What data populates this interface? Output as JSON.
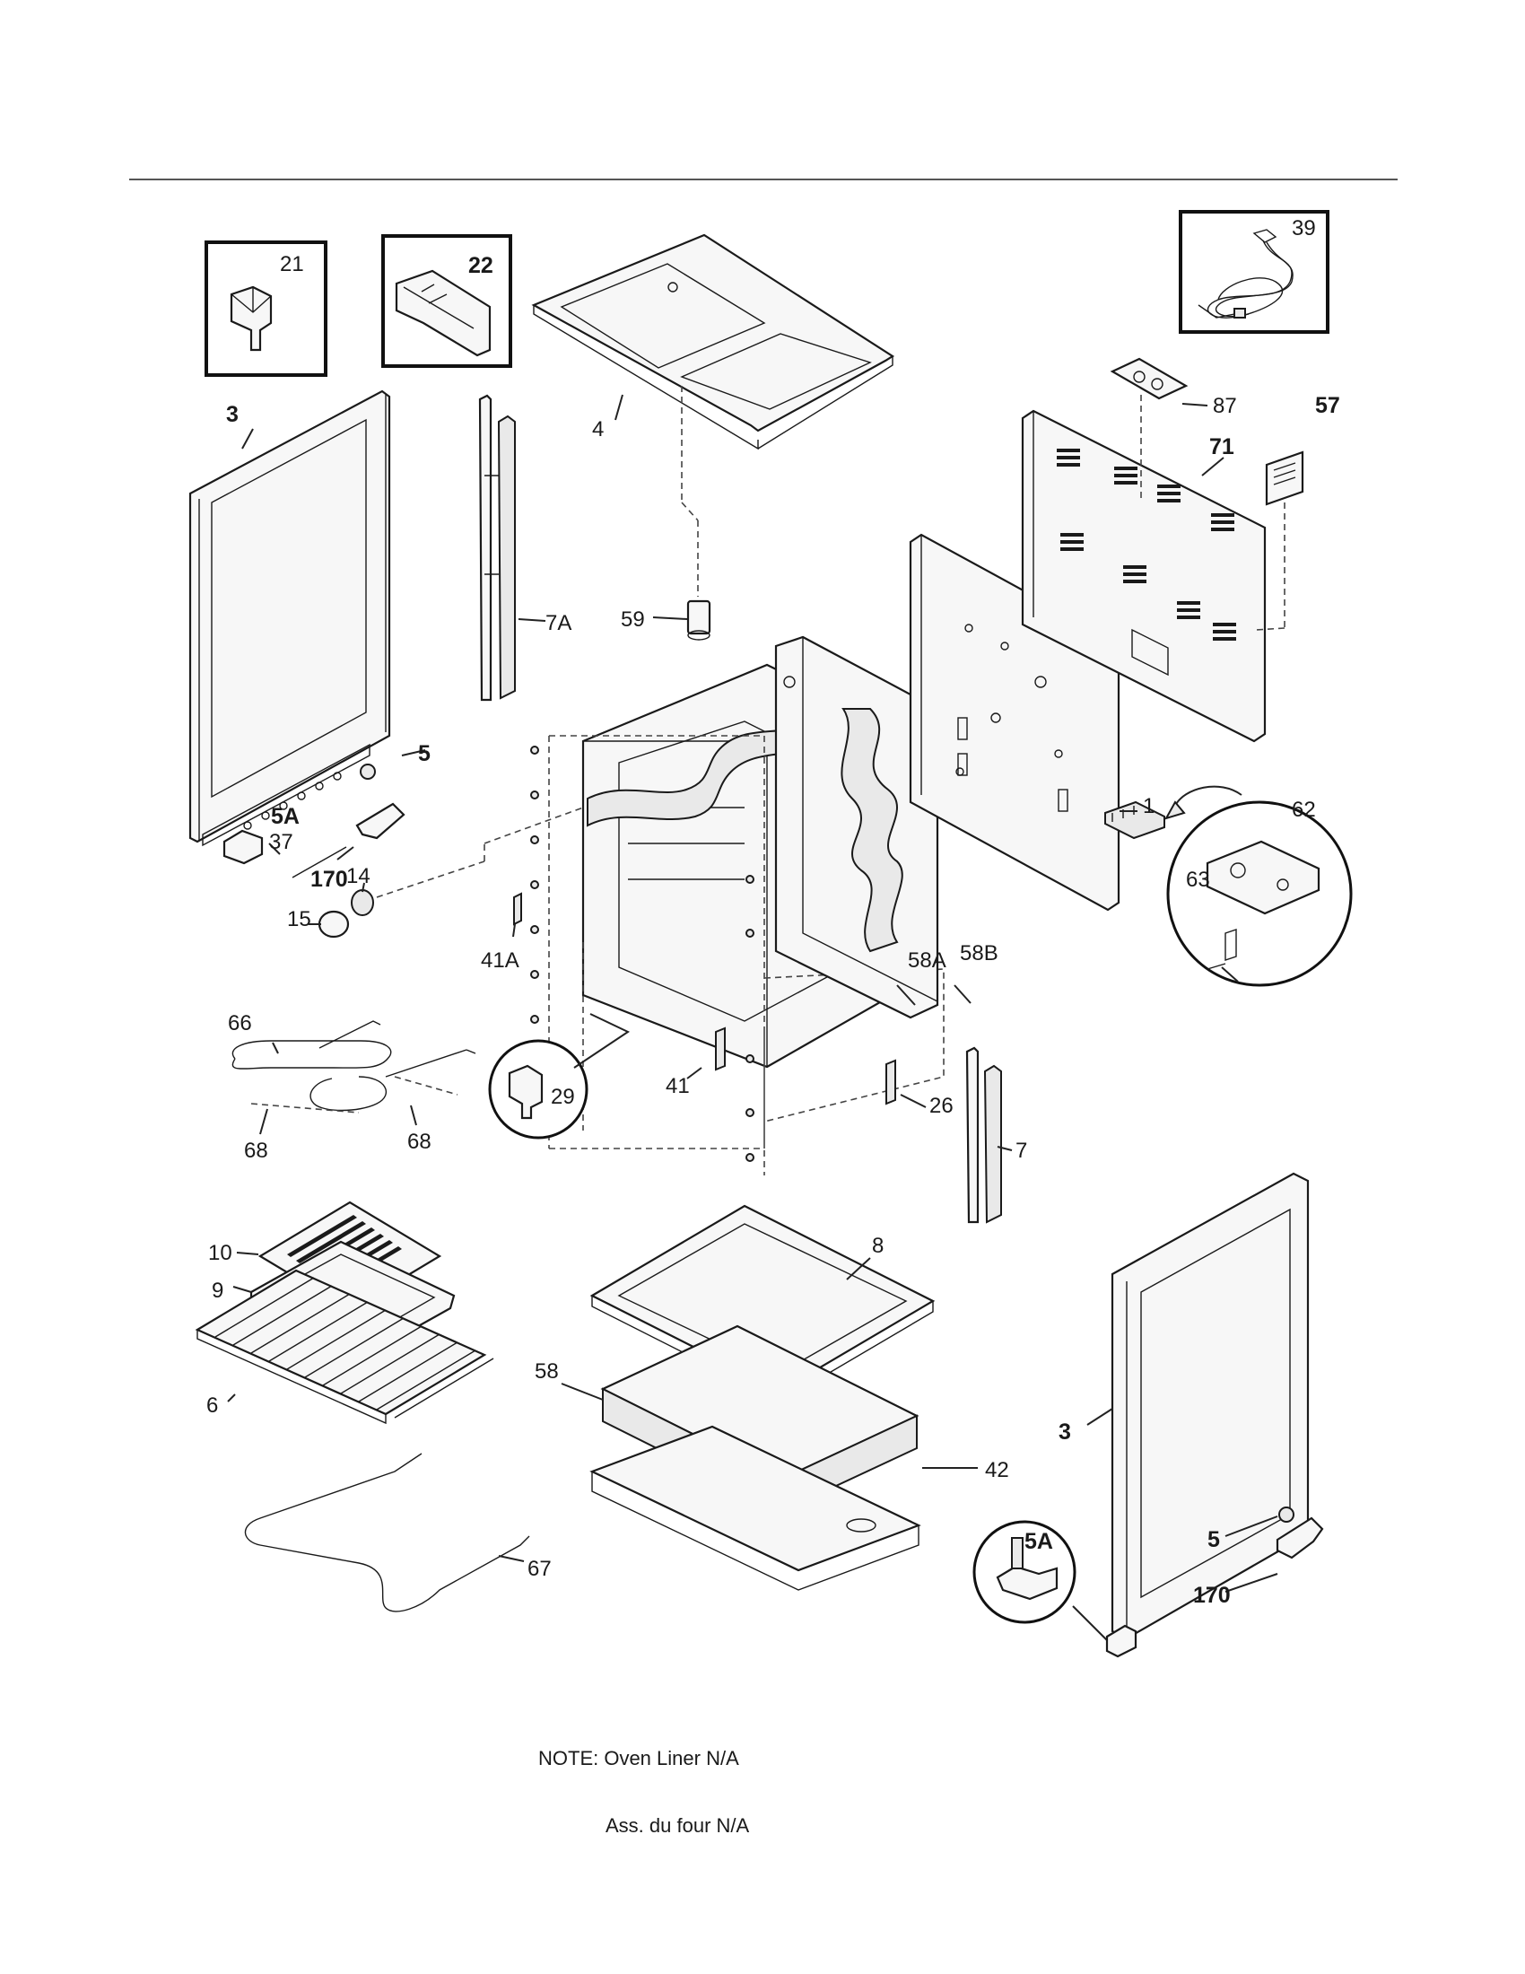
{
  "callouts": {
    "p21": "21",
    "p22": "22",
    "p39": "39",
    "p4": "4",
    "p87": "87",
    "p57": "57",
    "p71": "71",
    "p3a": "3",
    "p3b": "3",
    "p7A": "7A",
    "p59": "59",
    "p5a": "5",
    "p5b": "5",
    "p5Aa": "5A",
    "p5Ab": "5A",
    "p37": "37",
    "p170a": "170",
    "p170b": "170",
    "p14": "14",
    "p15": "15",
    "p1": "1",
    "p62": "62",
    "p63": "63",
    "p41A": "41A",
    "p58A": "58A",
    "p58B": "58B",
    "p66": "66",
    "p29": "29",
    "p41": "41",
    "p26": "26",
    "p68a": "68",
    "p68b": "68",
    "p7": "7",
    "p10": "10",
    "p9": "9",
    "p8": "8",
    "p6": "6",
    "p58": "58",
    "p42": "42",
    "p67": "67"
  },
  "note": {
    "line1": "NOTE: Oven Liner N/A",
    "line2": "Ass. du four N/A"
  }
}
